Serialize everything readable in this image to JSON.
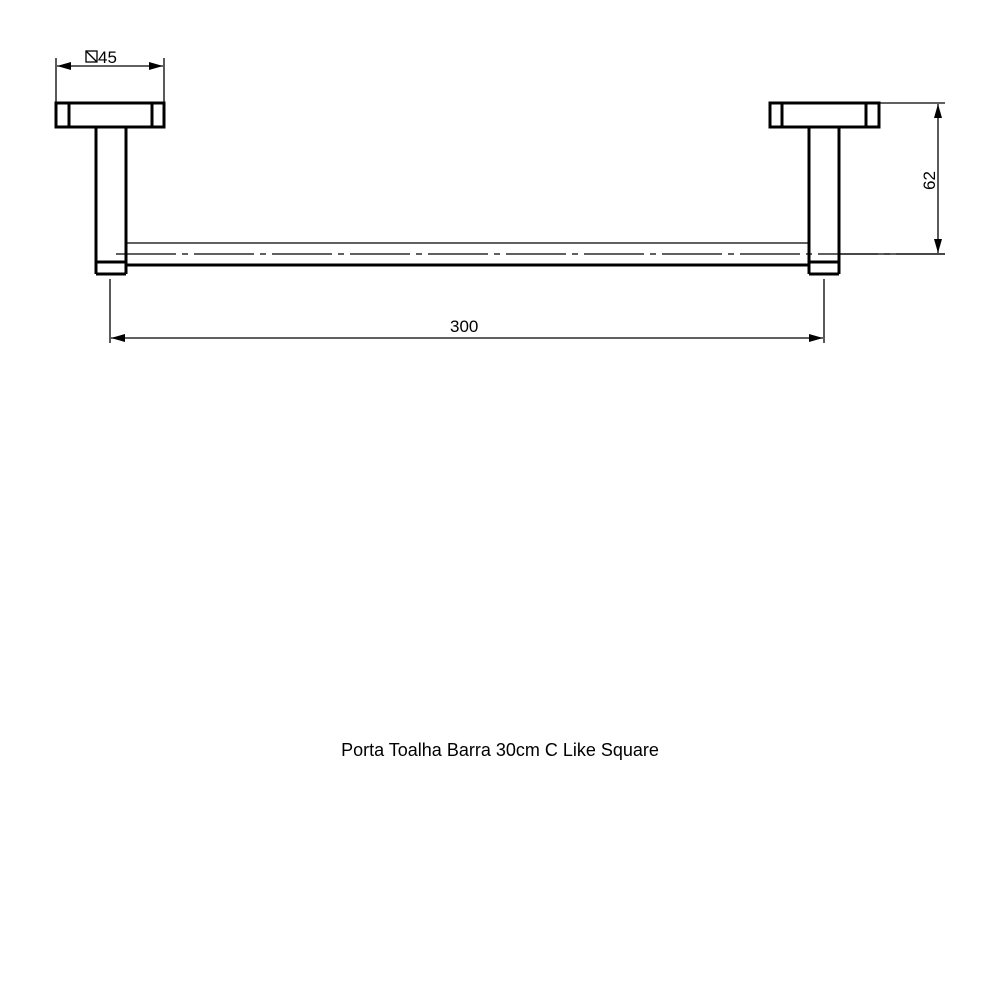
{
  "drawing": {
    "title": "Porta Toalha Barra 30cm C Like Square",
    "dimensions": {
      "base_width": {
        "symbol": "square-icon",
        "value": "45",
        "label": "⧅45"
      },
      "height": {
        "value": "62"
      },
      "length": {
        "value": "300"
      }
    },
    "line_color": "#000000",
    "background": "#ffffff"
  }
}
